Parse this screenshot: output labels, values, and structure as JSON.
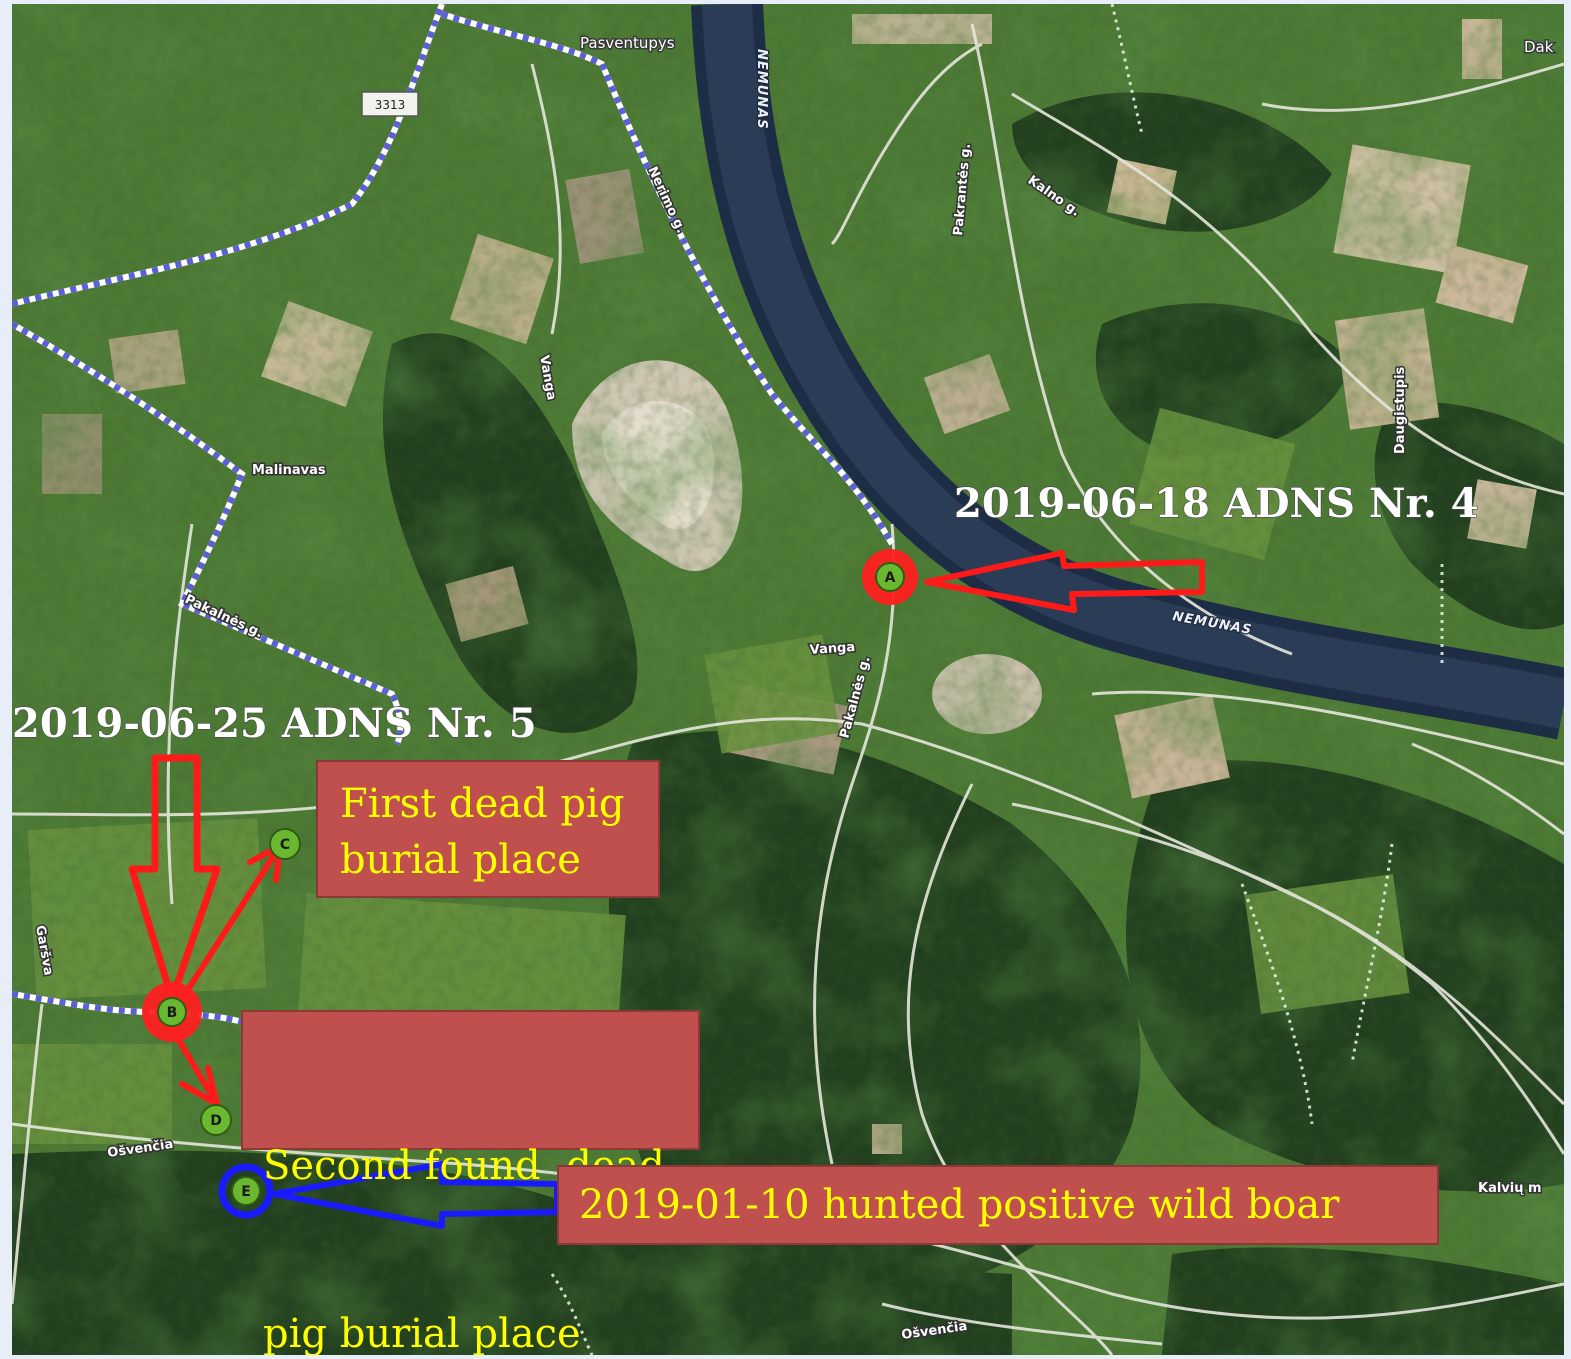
{
  "places": {
    "pasventupys": "Pasventupys",
    "dak": "Dak",
    "malinavas": "Malinavas",
    "kalviu": "Kalvių m",
    "osvencia_1": "Ošvenčia",
    "osvencia_2": "Ošvenčia",
    "vanga_1": "Vanga",
    "vanga_2": "Vanga"
  },
  "streets": {
    "road_3313": "3313",
    "nerimo": "Nerimo g.",
    "pakrantes": "Pakrantės g.",
    "kalno": "Kalno g.",
    "pakalnes_1": "Pakalnės g.",
    "pakalnes_2": "Pakalnės g.",
    "garsva": "Garšva",
    "daugistupis": "Daugistupis"
  },
  "rivers": {
    "nemunas_1": "NEMUNAS",
    "nemunas_2": "NEMUNAS"
  },
  "markers": [
    {
      "letter": "A",
      "highlight": "red"
    },
    {
      "letter": "B",
      "highlight": "red"
    },
    {
      "letter": "C",
      "highlight": "none"
    },
    {
      "letter": "D",
      "highlight": "none"
    },
    {
      "letter": "E",
      "highlight": "blue"
    }
  ],
  "event_labels": {
    "adns4": "2019-06-18 ADNS Nr. 4",
    "adns5": "2019-06-25 ADNS Nr. 5"
  },
  "callouts": {
    "first_burial": [
      "First dead pig",
      "burial place"
    ],
    "second_burial": [
      "Second found  dead",
      "pig burial place"
    ],
    "wild_boar": "2019-01-10 hunted positive wild boar"
  },
  "colors": {
    "arrow_red": "#ff1a1a",
    "arrow_blue": "#1a1aff",
    "callout_fill": "#c0504d",
    "callout_text": "#ffff00",
    "marker_green": "#6ab82f",
    "boundary": "#5b5fd8"
  }
}
